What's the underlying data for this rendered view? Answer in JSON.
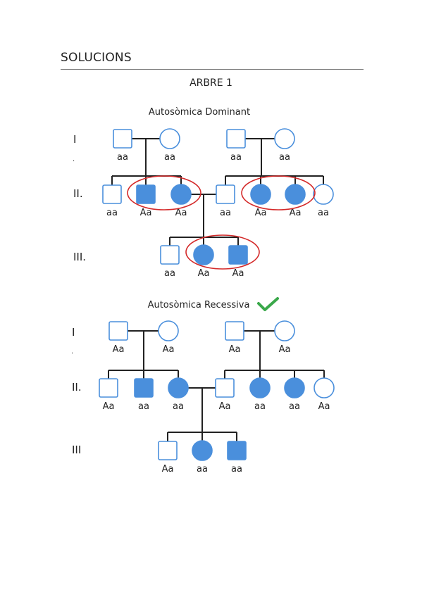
{
  "heading": "SOLUCIONS",
  "tree_title": "ARBRE 1",
  "diagrams": [
    {
      "title": "Autosòmica Dominant",
      "checked": false,
      "generations": [
        "I",
        "II.",
        "III."
      ],
      "individuals": [
        {
          "id": "d1",
          "sex": "male",
          "affected": false,
          "genotype": "aa"
        },
        {
          "id": "d2",
          "sex": "female",
          "affected": false,
          "genotype": "aa"
        },
        {
          "id": "d3",
          "sex": "male",
          "affected": false,
          "genotype": "aa"
        },
        {
          "id": "d4",
          "sex": "female",
          "affected": false,
          "genotype": "aa"
        },
        {
          "id": "d5",
          "sex": "male",
          "affected": false,
          "genotype": "aa"
        },
        {
          "id": "d6",
          "sex": "male",
          "affected": true,
          "genotype": "Aa"
        },
        {
          "id": "d7",
          "sex": "female",
          "affected": true,
          "genotype": "Aa"
        },
        {
          "id": "d8",
          "sex": "male",
          "affected": false,
          "genotype": "aa"
        },
        {
          "id": "d9",
          "sex": "female",
          "affected": true,
          "genotype": "Aa"
        },
        {
          "id": "d10",
          "sex": "female",
          "affected": true,
          "genotype": "Aa"
        },
        {
          "id": "d11",
          "sex": "female",
          "affected": false,
          "genotype": "aa"
        },
        {
          "id": "d12",
          "sex": "male",
          "affected": false,
          "genotype": "aa"
        },
        {
          "id": "d13",
          "sex": "female",
          "affected": true,
          "genotype": "Aa"
        },
        {
          "id": "d14",
          "sex": "male",
          "affected": true,
          "genotype": "Aa"
        }
      ]
    },
    {
      "title": "Autosòmica Recessiva",
      "checked": true,
      "generations": [
        "I",
        "II.",
        "III"
      ],
      "individuals": [
        {
          "id": "r1",
          "sex": "male",
          "affected": false,
          "genotype": "Aa"
        },
        {
          "id": "r2",
          "sex": "female",
          "affected": false,
          "genotype": "Aa"
        },
        {
          "id": "r3",
          "sex": "male",
          "affected": false,
          "genotype": "Aa"
        },
        {
          "id": "r4",
          "sex": "female",
          "affected": false,
          "genotype": "Aa"
        },
        {
          "id": "r5",
          "sex": "male",
          "affected": false,
          "genotype": "Aa"
        },
        {
          "id": "r6",
          "sex": "male",
          "affected": true,
          "genotype": "aa"
        },
        {
          "id": "r7",
          "sex": "female",
          "affected": true,
          "genotype": "aa"
        },
        {
          "id": "r8",
          "sex": "male",
          "affected": false,
          "genotype": "Aa"
        },
        {
          "id": "r9",
          "sex": "female",
          "affected": true,
          "genotype": "aa"
        },
        {
          "id": "r10",
          "sex": "female",
          "affected": true,
          "genotype": "aa"
        },
        {
          "id": "r11",
          "sex": "female",
          "affected": false,
          "genotype": "Aa"
        },
        {
          "id": "r12",
          "sex": "male",
          "affected": false,
          "genotype": "Aa"
        },
        {
          "id": "r13",
          "sex": "female",
          "affected": true,
          "genotype": "aa"
        },
        {
          "id": "r14",
          "sex": "male",
          "affected": true,
          "genotype": "aa"
        }
      ]
    }
  ],
  "colors": {
    "affected_fill": "#4a8fdc",
    "outline": "#4a8fdc",
    "line": "#222222",
    "highlight": "#d42a2a",
    "check": "#3aa84a"
  }
}
